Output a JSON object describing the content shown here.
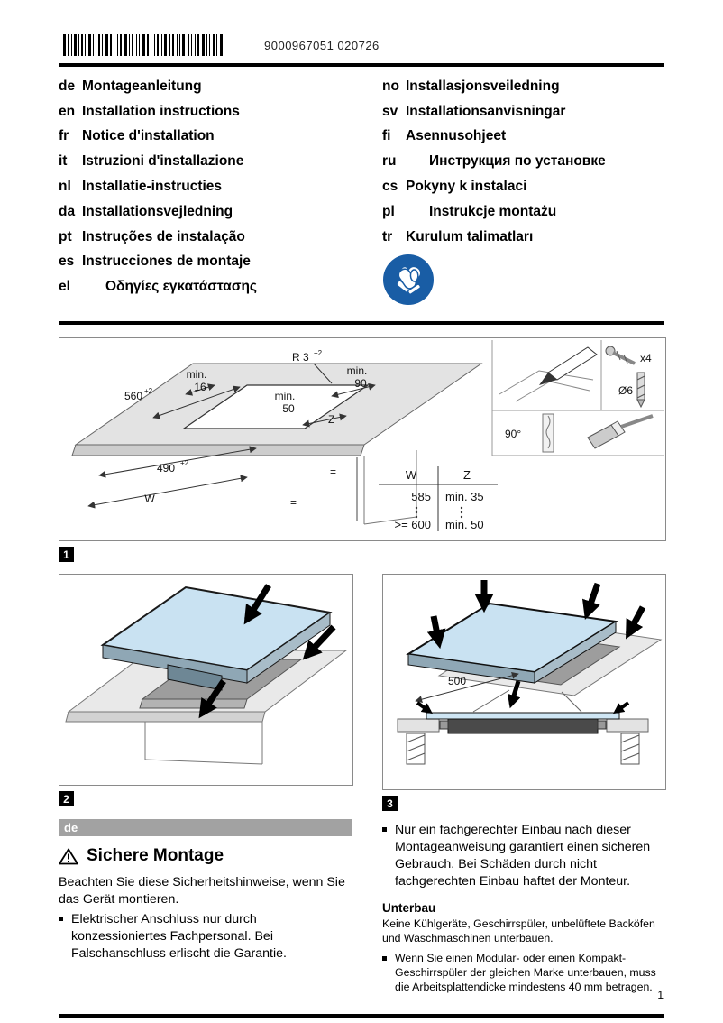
{
  "header": {
    "code": "9000967051 020726"
  },
  "languages": {
    "left": [
      {
        "code": "de",
        "title": "Montageanleitung"
      },
      {
        "code": "en",
        "title": "Installation instructions"
      },
      {
        "code": "fr",
        "title": "Notice d'installation"
      },
      {
        "code": "it",
        "title": "Istruzioni d'installazione"
      },
      {
        "code": "nl",
        "title": "Installatie-instructies"
      },
      {
        "code": "da",
        "title": "Installationsvejledning"
      },
      {
        "code": "pt",
        "title": "Instruções de instalação"
      },
      {
        "code": "es",
        "title": "Instrucciones de montaje"
      },
      {
        "code": "el",
        "title": "Οδηγίες εγκατάστασης"
      }
    ],
    "right": [
      {
        "code": "no",
        "title": "Installasjonsveiledning"
      },
      {
        "code": "sv",
        "title": "Installationsanvisningar"
      },
      {
        "code": "fi",
        "title": "Asennusohjeet"
      },
      {
        "code": "ru",
        "title": "Инструкция по установке"
      },
      {
        "code": "cs",
        "title": "Pokyny k instalaci"
      },
      {
        "code": "pl",
        "title": "Instrukcje montażu"
      },
      {
        "code": "tr",
        "title": "Kurulum talimatları"
      }
    ]
  },
  "figure1": {
    "labels": {
      "min": "min.",
      "v16": "16",
      "v90": "90",
      "v50": "50",
      "r3": "R 3",
      "sup": "+2",
      "d560": "560",
      "d490": "490",
      "z": "Z",
      "w": "W",
      "eq": "=",
      "x4": "x4",
      "dia6": "Ø6",
      "deg90": "90°"
    },
    "table": {
      "col_w": "W",
      "col_z": "Z",
      "r1_w": "585",
      "r1_z": "min. 35",
      "r2_w": ">= 600",
      "r2_z": "min. 50"
    }
  },
  "figure3": {
    "dim500": "500"
  },
  "badges": {
    "b1": "1",
    "b2": "2",
    "b3": "3"
  },
  "content": {
    "lang_tag": "de",
    "safety_heading": "Sichere Montage",
    "intro": "Beachten Sie diese Sicherheitshinweise, wenn Sie das Gerät montieren.",
    "bullet_left": "Elektrischer Anschluss nur durch konzessioniertes Fachpersonal. Bei Falschanschluss erlischt die Garantie.",
    "bullet_right": "Nur ein fachgerechter Einbau nach dieser Montageanweisung garantiert einen sicheren Gebrauch. Bei Schäden durch nicht fachgerechten Einbau haftet der Monteur.",
    "unterbau_heading": "Unterbau",
    "unterbau_text": "Keine Kühlgeräte, Geschirrspüler, unbelüftete Backöfen und Waschmaschinen unterbauen.",
    "unterbau_bullet": "Wenn Sie einen Modular- oder einen Kompakt-Geschirrspüler der gleichen Marke unterbauen, muss die Arbeitsplattendicke mindestens 40 mm betragen."
  },
  "page_number": "1",
  "colors": {
    "ppe_blue": "#195da5",
    "section_bar_gray": "#a2a2a2"
  }
}
